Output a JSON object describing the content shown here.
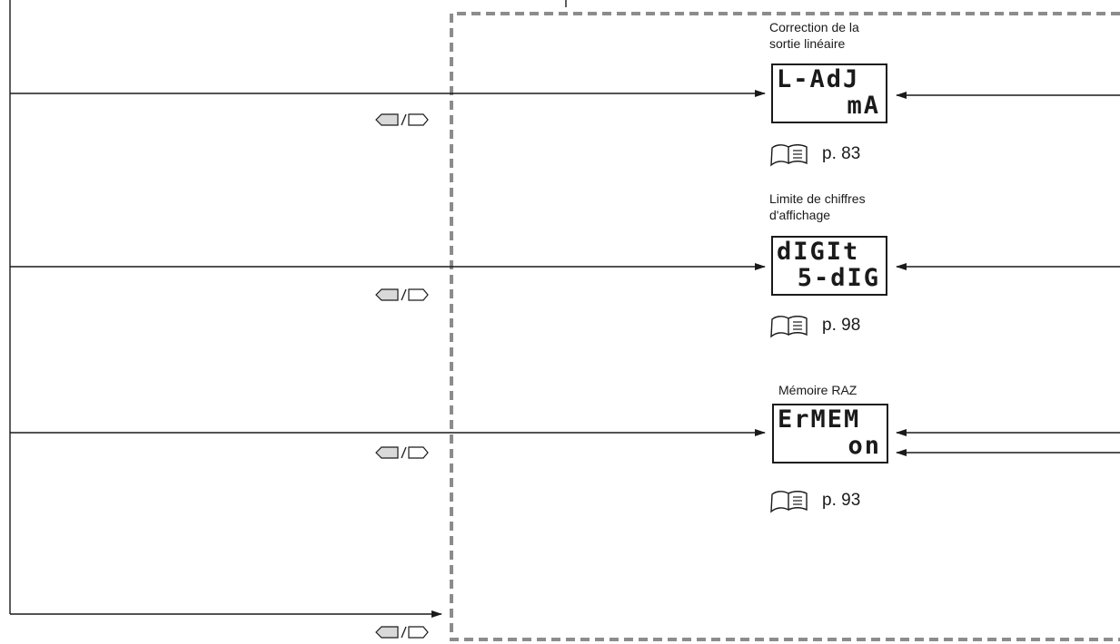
{
  "parameters": [
    {
      "title_lines": [
        "Correction de la",
        "sortie linéaire"
      ],
      "display_top": "L-AdJ",
      "display_bottom": "mA",
      "page_ref": "p. 83",
      "key_icon": "left-right-keys-icon"
    },
    {
      "title_lines": [
        "Limite de chiffres",
        "d'affichage"
      ],
      "display_top": "dIGIt",
      "display_bottom": "5-dIG",
      "page_ref": "p. 98",
      "key_icon": "left-right-keys-icon"
    },
    {
      "title_lines": [
        "Mémoire RAZ"
      ],
      "display_top": "ErMEM",
      "display_bottom": "on",
      "page_ref": "p. 93",
      "key_icon": "left-right-keys-icon"
    }
  ],
  "icons": {
    "manual": "open-book-icon",
    "keys": "left-right-keys-icon"
  },
  "colors": {
    "line": "#1a1a1a",
    "dashed_border": "#8c8c8c",
    "key_fill": "#d9d9d9"
  }
}
